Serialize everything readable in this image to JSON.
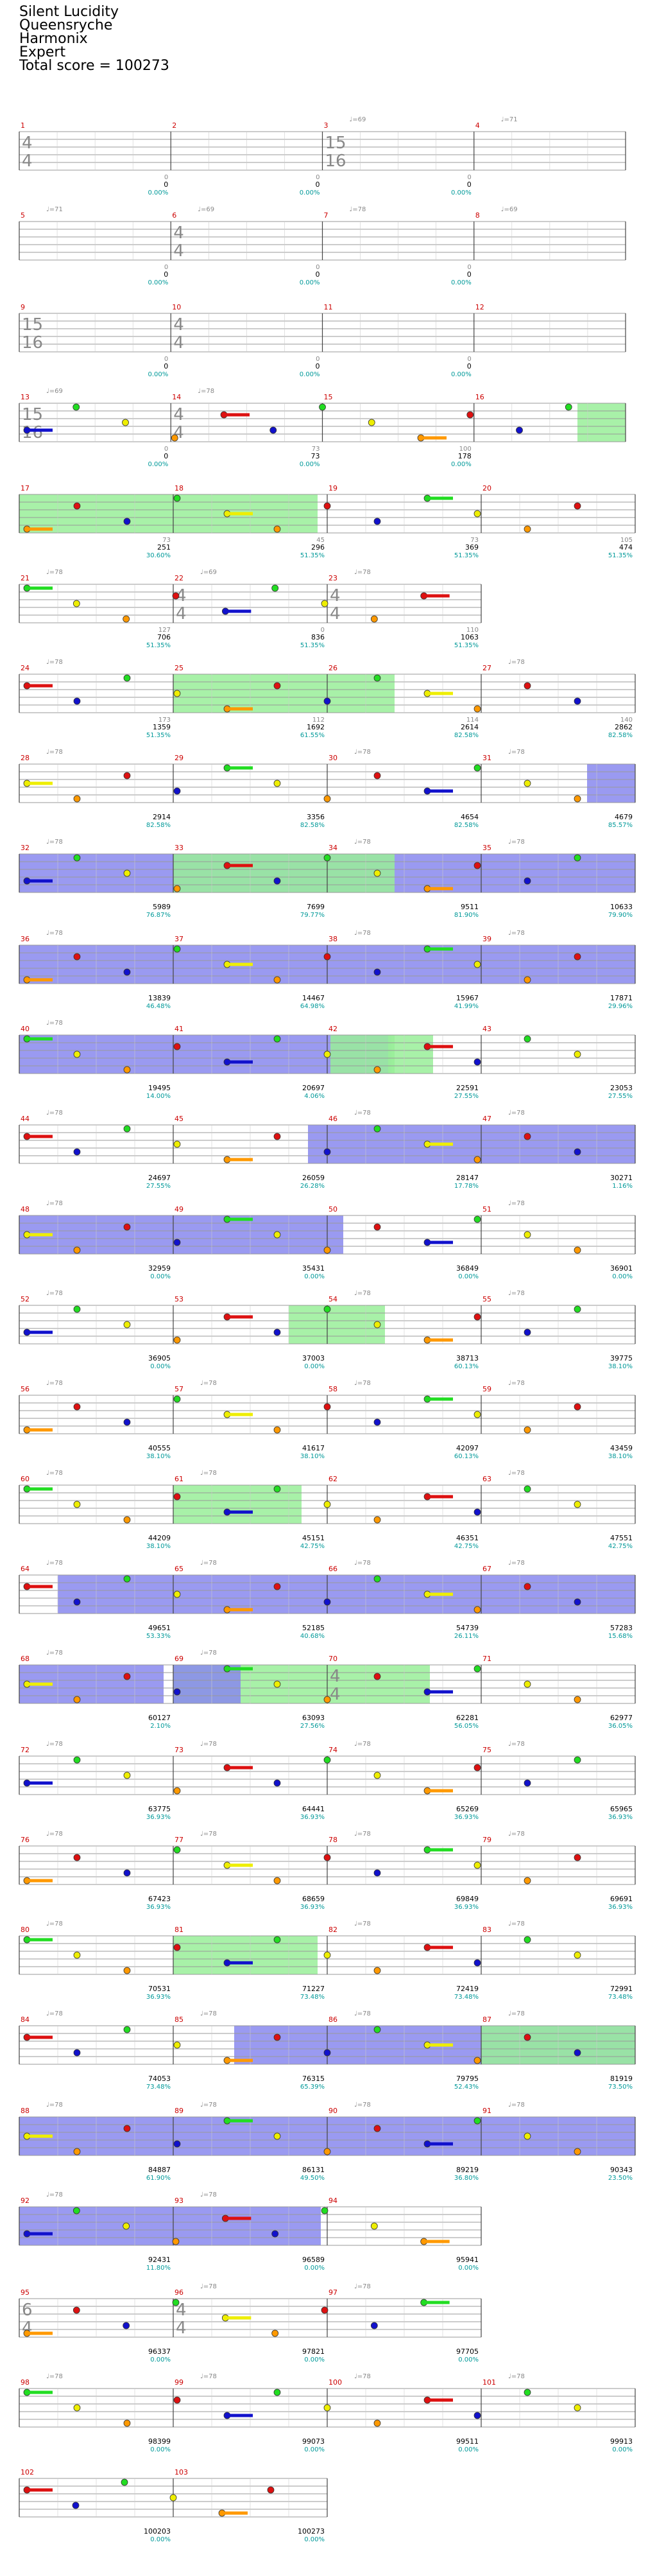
{
  "song": {
    "title": "Silent Lucidity",
    "artist": "Queensryche",
    "game": "Harmonix",
    "difficulty": "Expert",
    "total_score_label": "Total score = 100273"
  },
  "colors": {
    "green": "#22dd22",
    "red": "#dd1111",
    "yellow": "#eeee00",
    "blue": "#1111cc",
    "orange": "#ff9900",
    "overdrive_fill": "#99ee99",
    "solo_fill": "#8888ee",
    "measure_number": "#cc0000",
    "score_cum": "#000000",
    "score_pct": "#009999",
    "score_meas": "#888888",
    "tempo_mark": "#888888"
  },
  "legend_icons": [
    "star-note-icon",
    "hopo-note-icon",
    "sustain-bar-icon"
  ],
  "chart_data": {
    "type": "table",
    "description_free": true,
    "rows": [
      {
        "measures": [
          1,
          2,
          3,
          4
        ],
        "time_sigs": [
          "4/4",
          "",
          "15/16",
          ""
        ],
        "tempo": [
          "",
          "",
          "♩=69",
          "♩=71"
        ],
        "scores": [
          [
            "",
            "",
            ""
          ],
          [
            "0",
            "0",
            "0.00%"
          ],
          [
            "0",
            "0",
            "0.00%"
          ],
          [
            "0",
            "0",
            "0.00%"
          ]
        ]
      },
      {
        "measures": [
          5,
          6,
          7,
          8
        ],
        "time_sigs": [
          "",
          "4/4",
          "",
          ""
        ],
        "tempo": [
          "♩=71",
          "♩=69",
          "♩=78",
          "♩=69"
        ],
        "scores": [
          [
            "0",
            "0",
            "0.00%"
          ],
          [
            "0",
            "0",
            "0.00%"
          ],
          [
            "0",
            "0",
            "0.00%"
          ],
          [
            "0",
            "0",
            "0.00%"
          ]
        ]
      },
      {
        "measures": [
          9,
          10,
          11,
          12
        ],
        "time_sigs": [
          "15/16",
          "4/4",
          "",
          ""
        ],
        "tempo": [
          "",
          "",
          "",
          ""
        ],
        "scores": [
          [
            "0",
            "0",
            "0.00%"
          ],
          [
            "0",
            "0",
            "0.00%"
          ],
          [
            "0",
            "0",
            "0.00%"
          ],
          [
            "0",
            "0",
            "0.00%"
          ]
        ]
      },
      {
        "measures": [
          13,
          14,
          15,
          16
        ],
        "time_sigs": [
          "15/16",
          "4/4",
          "",
          ""
        ],
        "tempo": [
          "♩=69",
          "♩=78",
          "",
          ""
        ],
        "scores": [
          [
            "0",
            "0",
            "0.00%"
          ],
          [
            "0",
            "0",
            "0.00%"
          ],
          [
            "73",
            "73",
            "0.00%"
          ],
          [
            "100",
            "178",
            "0.00%"
          ]
        ]
      },
      {
        "measures": [
          17,
          18,
          19,
          20
        ],
        "time_sigs": [
          "",
          "",
          "",
          ""
        ],
        "tempo": [
          "",
          "",
          "",
          ""
        ],
        "scores": [
          [
            "",
            "",
            ""
          ],
          [
            "73",
            "251",
            "30.60%"
          ],
          [
            "45",
            "296",
            "51.35%"
          ],
          [
            "73",
            "369",
            "51.35%"
          ],
          [
            "105",
            "474",
            "51.35%"
          ]
        ]
      },
      {
        "measures": [
          21,
          22,
          23
        ],
        "time_sigs": [
          "",
          "4/4",
          "4/4"
        ],
        "tempo": [
          "♩=78",
          "♩=69",
          "♩=78"
        ],
        "scores": [
          [
            "",
            "",
            ""
          ],
          [
            "127",
            "706",
            "51.35%"
          ],
          [
            "0",
            "836",
            "51.35%"
          ],
          [
            "110",
            "1063",
            "51.35%"
          ]
        ]
      },
      {
        "measures": [
          24,
          25,
          26,
          27
        ],
        "time_sigs": [
          "",
          "",
          "",
          ""
        ],
        "tempo": [
          "♩=78",
          "",
          "",
          "♩=78"
        ],
        "scores": [
          [
            "",
            "",
            ""
          ],
          [
            "173",
            "1359",
            "51.35%"
          ],
          [
            "112",
            "1692",
            "61.55%"
          ],
          [
            "114",
            "2614",
            "82.58%"
          ],
          [
            "140",
            "2862",
            "82.58%"
          ]
        ]
      },
      {
        "measures": [
          28,
          29,
          30,
          31
        ],
        "time_sigs": [
          "",
          "",
          "",
          ""
        ],
        "tempo": [
          "♩=78",
          "",
          "♩=78",
          "♩=78"
        ],
        "scores": [
          [
            "",
            "",
            ""
          ],
          [
            "",
            "2914",
            "82.58%"
          ],
          [
            "",
            "3356",
            "82.58%"
          ],
          [
            "",
            "4654",
            "82.58%"
          ],
          [
            "",
            "4679",
            "85.57%"
          ]
        ]
      },
      {
        "measures": [
          32,
          33,
          34,
          35
        ],
        "time_sigs": [
          "",
          "",
          "",
          ""
        ],
        "tempo": [
          "♩=78",
          "",
          "♩=78",
          "♩=78"
        ],
        "scores": [
          [
            "",
            "",
            ""
          ],
          [
            "",
            "5989",
            "76.87%"
          ],
          [
            "",
            "7699",
            "79.77%"
          ],
          [
            "",
            "9511",
            "81.90%"
          ],
          [
            "",
            "10633",
            "79.90%"
          ]
        ]
      },
      {
        "measures": [
          36,
          37,
          38,
          39
        ],
        "time_sigs": [
          "",
          "",
          "",
          ""
        ],
        "tempo": [
          "♩=78",
          "",
          "♩=78",
          "♩=78"
        ],
        "scores": [
          [
            "",
            "",
            ""
          ],
          [
            "",
            "13839",
            "46.48%"
          ],
          [
            "",
            "14467",
            "64.98%"
          ],
          [
            "",
            "15967",
            "41.99%"
          ],
          [
            "",
            "17871",
            "29.96%"
          ]
        ]
      },
      {
        "measures": [
          40,
          41,
          42,
          43
        ],
        "time_sigs": [
          "",
          "",
          "",
          ""
        ],
        "tempo": [
          "♩=78",
          "",
          "",
          ""
        ],
        "scores": [
          [
            "",
            "",
            ""
          ],
          [
            "",
            "19495",
            "14.00%"
          ],
          [
            "",
            "20697",
            "4.06%"
          ],
          [
            "",
            "22591",
            "27.55%"
          ],
          [
            "",
            "23053",
            "27.55%"
          ]
        ]
      },
      {
        "measures": [
          44,
          45,
          46,
          47
        ],
        "time_sigs": [
          "",
          "",
          "",
          ""
        ],
        "tempo": [
          "♩=78",
          "",
          "♩=78",
          "♩=78"
        ],
        "scores": [
          [
            "",
            "",
            ""
          ],
          [
            "",
            "24697",
            "27.55%"
          ],
          [
            "",
            "26059",
            "26.28%"
          ],
          [
            "",
            "28147",
            "17.78%"
          ],
          [
            "",
            "30271",
            "1.16%"
          ]
        ]
      },
      {
        "measures": [
          48,
          49,
          50,
          51
        ],
        "time_sigs": [
          "",
          "",
          "",
          ""
        ],
        "tempo": [
          "♩=78",
          "",
          "",
          "♩=78"
        ],
        "scores": [
          [
            "",
            "",
            ""
          ],
          [
            "",
            "32959",
            "0.00%"
          ],
          [
            "",
            "35431",
            "0.00%"
          ],
          [
            "",
            "36849",
            "0.00%"
          ],
          [
            "",
            "36901",
            "0.00%"
          ]
        ]
      },
      {
        "measures": [
          52,
          53,
          54,
          55
        ],
        "time_sigs": [
          "",
          "",
          "",
          ""
        ],
        "tempo": [
          "♩=78",
          "",
          "♩=78",
          "♩=78"
        ],
        "scores": [
          [
            "",
            "",
            ""
          ],
          [
            "",
            "36905",
            "0.00%"
          ],
          [
            "",
            "37003",
            "0.00%"
          ],
          [
            "",
            "38713",
            "60.13%"
          ],
          [
            "",
            "39775",
            "38.10%"
          ]
        ]
      },
      {
        "measures": [
          56,
          57,
          58,
          59
        ],
        "time_sigs": [
          "",
          "",
          "",
          ""
        ],
        "tempo": [
          "♩=78",
          "♩=78",
          "♩=78",
          "♩=78"
        ],
        "scores": [
          [
            "",
            "",
            ""
          ],
          [
            "",
            "40555",
            "38.10%"
          ],
          [
            "",
            "41617",
            "38.10%"
          ],
          [
            "",
            "42097",
            "60.13%"
          ],
          [
            "",
            "43459",
            "38.10%"
          ]
        ]
      },
      {
        "measures": [
          60,
          61,
          62,
          63
        ],
        "time_sigs": [
          "",
          "",
          "",
          ""
        ],
        "tempo": [
          "♩=78",
          "♩=78",
          "",
          "♩=78"
        ],
        "scores": [
          [
            "",
            "",
            ""
          ],
          [
            "",
            "44209",
            "38.10%"
          ],
          [
            "",
            "45151",
            "42.75%"
          ],
          [
            "",
            "46351",
            "42.75%"
          ],
          [
            "",
            "47551",
            "42.75%"
          ]
        ]
      },
      {
        "measures": [
          64,
          65,
          66,
          67
        ],
        "time_sigs": [
          "",
          "",
          "",
          ""
        ],
        "tempo": [
          "♩=78",
          "♩=78",
          "♩=78",
          "♩=78"
        ],
        "scores": [
          [
            "",
            "",
            ""
          ],
          [
            "",
            "49651",
            "53.33%"
          ],
          [
            "",
            "52185",
            "40.68%"
          ],
          [
            "",
            "54739",
            "26.11%"
          ],
          [
            "",
            "57283",
            "15.68%"
          ]
        ]
      },
      {
        "measures": [
          68,
          69,
          70,
          71
        ],
        "time_sigs": [
          "",
          "",
          "4/4",
          ""
        ],
        "tempo": [
          "♩=78",
          "♩=78",
          "",
          ""
        ],
        "scores": [
          [
            "",
            "",
            ""
          ],
          [
            "",
            "60127",
            "2.10%"
          ],
          [
            "",
            "63093",
            "27.56%"
          ],
          [
            "",
            "62281",
            "56.05%"
          ],
          [
            "",
            "62977",
            "36.05%"
          ]
        ]
      },
      {
        "measures": [
          72,
          73,
          74,
          75
        ],
        "time_sigs": [
          "",
          "",
          "",
          ""
        ],
        "tempo": [
          "♩=78",
          "♩=78",
          "♩=78",
          "♩=78"
        ],
        "scores": [
          [
            "",
            "",
            ""
          ],
          [
            "",
            "63775",
            "36.93%"
          ],
          [
            "",
            "64441",
            "36.93%"
          ],
          [
            "",
            "65269",
            "36.93%"
          ],
          [
            "",
            "65965",
            "36.93%"
          ]
        ]
      },
      {
        "measures": [
          76,
          77,
          78,
          79
        ],
        "time_sigs": [
          "",
          "",
          "",
          ""
        ],
        "tempo": [
          "♩=78",
          "♩=78",
          "♩=78",
          "♩=78"
        ],
        "scores": [
          [
            "",
            "",
            ""
          ],
          [
            "",
            "67423",
            "36.93%"
          ],
          [
            "",
            "68659",
            "36.93%"
          ],
          [
            "",
            "69849",
            "36.93%"
          ],
          [
            "",
            "69691",
            "36.93%"
          ]
        ]
      },
      {
        "measures": [
          80,
          81,
          82,
          83
        ],
        "time_sigs": [
          "",
          "",
          "",
          ""
        ],
        "tempo": [
          "♩=78",
          "",
          "♩=78",
          "♩=78"
        ],
        "scores": [
          [
            "",
            "",
            ""
          ],
          [
            "",
            "70531",
            "36.93%"
          ],
          [
            "",
            "71227",
            "73.48%"
          ],
          [
            "",
            "72419",
            "73.48%"
          ],
          [
            "",
            "72991",
            "73.48%"
          ]
        ]
      },
      {
        "measures": [
          84,
          85,
          86,
          87
        ],
        "time_sigs": [
          "",
          "",
          "",
          ""
        ],
        "tempo": [
          "♩=78",
          "♩=78",
          "♩=78",
          "♩=78"
        ],
        "scores": [
          [
            "",
            "",
            ""
          ],
          [
            "",
            "74053",
            "73.48%"
          ],
          [
            "",
            "76315",
            "65.39%"
          ],
          [
            "",
            "79795",
            "52.43%"
          ],
          [
            "",
            "81919",
            "73.50%"
          ]
        ]
      },
      {
        "measures": [
          88,
          89,
          90,
          91
        ],
        "time_sigs": [
          "",
          "",
          "",
          ""
        ],
        "tempo": [
          "♩=78",
          "♩=78",
          "♩=78",
          "♩=78"
        ],
        "scores": [
          [
            "",
            "",
            ""
          ],
          [
            "",
            "84887",
            "61.90%"
          ],
          [
            "",
            "86131",
            "49.50%"
          ],
          [
            "",
            "89219",
            "36.80%"
          ],
          [
            "",
            "90343",
            "23.50%"
          ]
        ]
      },
      {
        "measures": [
          92,
          93,
          94
        ],
        "time_sigs": [
          "",
          "",
          ""
        ],
        "tempo": [
          "♩=78",
          "♩=78",
          ""
        ],
        "scores": [
          [
            "",
            "",
            ""
          ],
          [
            "",
            "92431",
            "11.80%"
          ],
          [
            "",
            "96589",
            "0.00%"
          ],
          [
            "",
            "95941",
            "0.00%"
          ]
        ]
      },
      {
        "measures": [
          95,
          96,
          97
        ],
        "time_sigs": [
          "6/4",
          "4/4",
          ""
        ],
        "tempo": [
          "",
          "♩=78",
          "♩=78"
        ],
        "scores": [
          [
            "",
            "",
            ""
          ],
          [
            "",
            "96337",
            "0.00%"
          ],
          [
            "",
            "97821",
            "0.00%"
          ],
          [
            "",
            "97705",
            "0.00%"
          ]
        ]
      },
      {
        "measures": [
          98,
          99,
          100,
          101
        ],
        "time_sigs": [
          "",
          "",
          "",
          ""
        ],
        "tempo": [
          "♩=78",
          "♩=78",
          "♩=78",
          "♩=78"
        ],
        "scores": [
          [
            "",
            "",
            ""
          ],
          [
            "",
            "98399",
            "0.00%"
          ],
          [
            "",
            "99073",
            "0.00%"
          ],
          [
            "",
            "99511",
            "0.00%"
          ],
          [
            "",
            "99913",
            "0.00%"
          ]
        ]
      },
      {
        "measures": [
          102,
          103
        ],
        "time_sigs": [
          "",
          ""
        ],
        "tempo": [
          "",
          ""
        ],
        "scores": [
          [
            "",
            "",
            ""
          ],
          [
            "",
            "100203",
            "0.00%"
          ],
          [
            "",
            "100273",
            "0.00%"
          ]
        ]
      }
    ]
  }
}
